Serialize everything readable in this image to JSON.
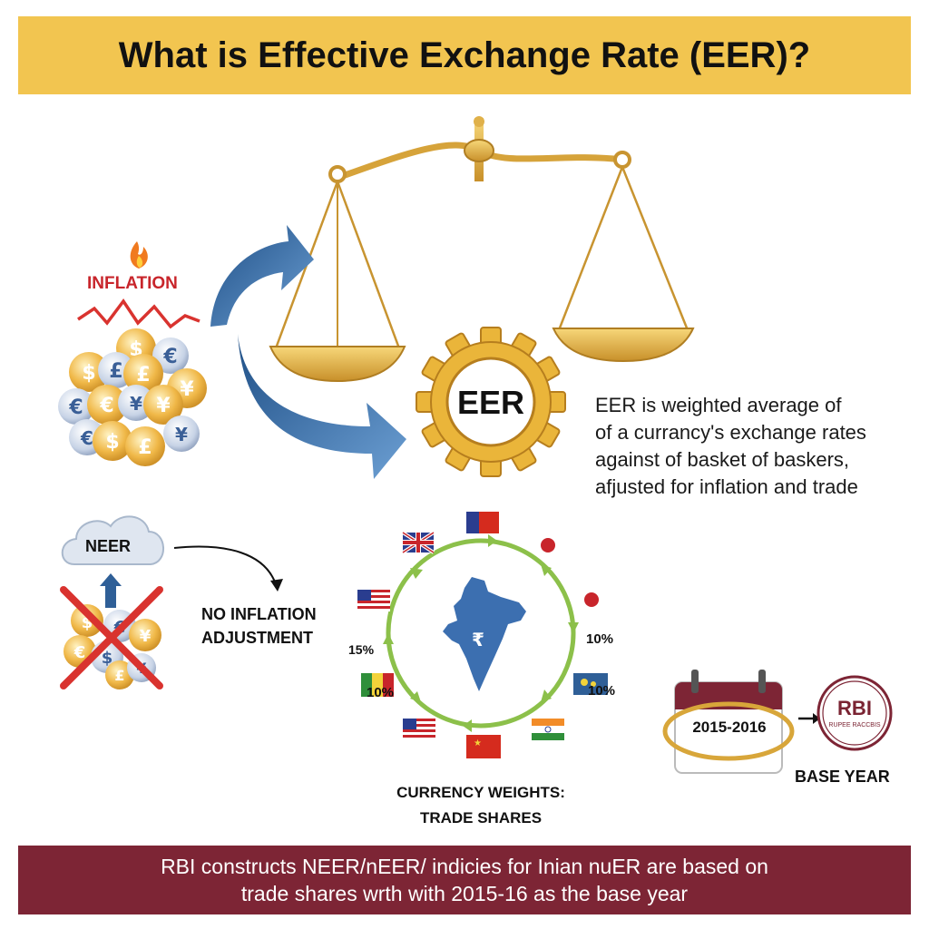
{
  "title": "What is Effective Exchange Rate (EER)?",
  "inflation_label": "INFLATION",
  "eer_label": "EER",
  "description_lines": [
    "EER is weighted average of",
    "of a currancy's exchange rates",
    "against of basket of baskers,",
    "afjusted for inflation and trade"
  ],
  "neer_label": "NEER",
  "no_inflation_lines": [
    "NO INFLATION",
    "ADJUSTMENT"
  ],
  "weights": {
    "left_pct": "15%",
    "right_pct": "10%",
    "lower_left_pct": "10%",
    "lower_right_pct": "10%"
  },
  "currency_weights_lines": [
    "CURRENCY WEIGHTS:",
    "TRADE SHARES"
  ],
  "calendar_years": "2015-2016",
  "rbi_logo_text": "RBI",
  "rbi_logo_subtext": "RUPEE RACCBIS",
  "base_year_label": "BASE YEAR",
  "footer_lines": [
    "RBI constructs NEER/nEER/ indicies for Inian nuER are based on",
    "trade shares wrth with 2015-16 as the base year"
  ],
  "colors": {
    "title_bg": "#f2c550",
    "footer_bg": "#7d2535",
    "gold": "#d8a63a",
    "arrow_blue": "#2f5f97",
    "cycle_green": "#8cc04a",
    "india_blue": "#3c6fb0",
    "cross_red": "#d9332f"
  },
  "icons": [
    "scale-icon",
    "gear-icon",
    "coins-icon",
    "cloud-icon",
    "india-map-icon",
    "calendar-icon",
    "rbi-logo-icon",
    "fire-icon"
  ]
}
